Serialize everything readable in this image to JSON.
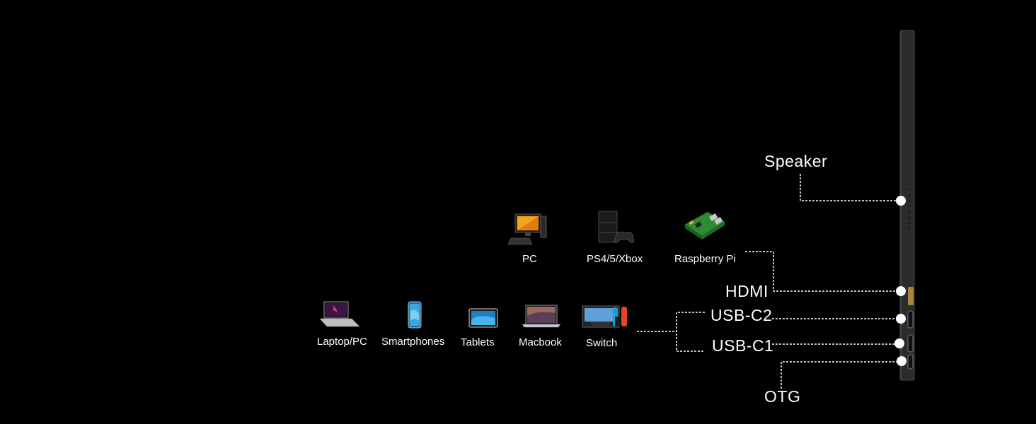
{
  "ports": {
    "speaker": "Speaker",
    "hdmi": "HDMI",
    "usbc2": "USB-C2",
    "usbc1": "USB-C1",
    "otg": "OTG"
  },
  "hdmi_devices": [
    {
      "label": "PC",
      "icon": "desktop-pc-icon"
    },
    {
      "label": "PS4/5/Xbox",
      "icon": "game-console-icon"
    },
    {
      "label": "Raspberry Pi",
      "icon": "raspberry-pi-board-icon"
    }
  ],
  "usbc_devices": [
    {
      "label": "Laptop/PC",
      "icon": "laptop-icon"
    },
    {
      "label": "Smartphones",
      "icon": "smartphone-icon"
    },
    {
      "label": "Tablets",
      "icon": "tablet-icon"
    },
    {
      "label": "Macbook",
      "icon": "macbook-icon"
    },
    {
      "label": "Switch",
      "icon": "nintendo-switch-icon"
    }
  ],
  "colors": {
    "background": "#000000",
    "line": "#ffffff",
    "monitor": "#2b2b2b",
    "port_gold": "#a7853f"
  }
}
